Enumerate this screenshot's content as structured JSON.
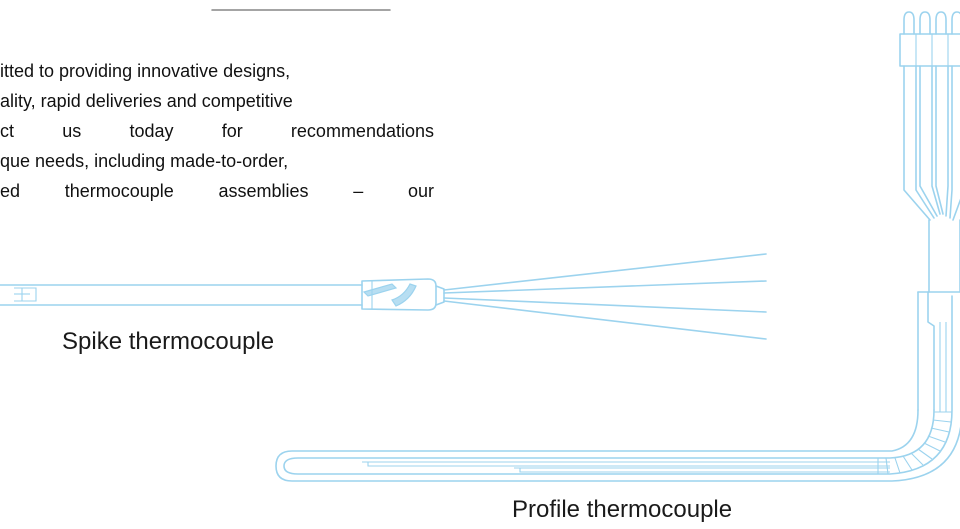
{
  "intro": {
    "lines": [
      "itted to providing innovative designs,",
      "ality, rapid deliveries and competitive",
      "ct us today for recommendations",
      "que needs, including made-to-order,",
      "ed thermocouple assemblies – our"
    ]
  },
  "captions": {
    "spike": "Spike thermocouple",
    "profile": "Profile thermocouple"
  },
  "colors": {
    "line": "#9cd3ee",
    "text": "#111111"
  }
}
